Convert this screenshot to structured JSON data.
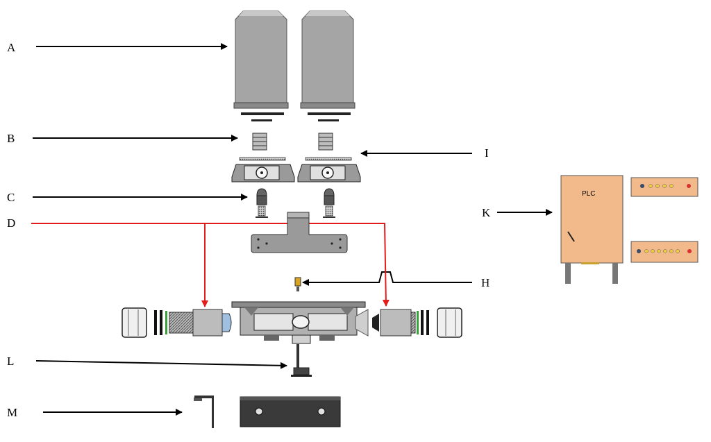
{
  "labels": {
    "A": "A",
    "B": "B",
    "C": "C",
    "D": "D",
    "H": "H",
    "I": "I",
    "K": "K",
    "L": "L",
    "M": "M"
  },
  "controller": {
    "plc_label": "PLC"
  },
  "colors": {
    "arrow": "#000000",
    "red_line": "#e21b1b",
    "canister": "#a5a5a5",
    "part_gray": "#8f8f8f",
    "plc_body": "#f2b98a",
    "led_red": "#d93030",
    "led_yellow": "#f0d040",
    "led_blue": "#3a4a6a"
  }
}
